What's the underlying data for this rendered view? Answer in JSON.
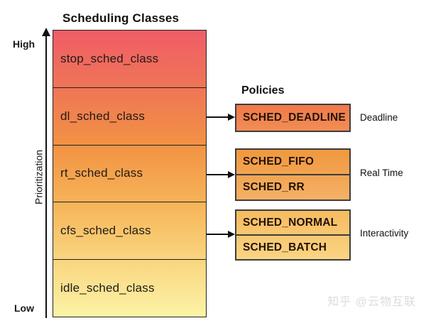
{
  "title": "Scheduling Classes",
  "axis": {
    "high_label": "High",
    "low_label": "Low",
    "axis_label": "Prioritization"
  },
  "stack": {
    "classes": [
      {
        "label": "stop_sched_class"
      },
      {
        "label": "dl_sched_class"
      },
      {
        "label": "rt_sched_class"
      },
      {
        "label": "cfs_sched_class"
      },
      {
        "label": "idle_sched_class"
      }
    ]
  },
  "policies": {
    "heading": "Policies",
    "groups": [
      {
        "category": "Deadline",
        "items": [
          "SCHED_DEADLINE"
        ]
      },
      {
        "category": "Real Time",
        "items": [
          "SCHED_FIFO",
          "SCHED_RR"
        ]
      },
      {
        "category": "Interactivity",
        "items": [
          "SCHED_NORMAL",
          "SCHED_BATCH"
        ]
      }
    ]
  },
  "watermark": "知乎 @云物互联",
  "colors": {
    "stack_gradient_top": "#f05c66",
    "stack_gradient_mid": "#f29244",
    "stack_gradient_bottom": "#fcf3a6",
    "deadline_box_fill": "#f0824e",
    "realtime_box_fill_top": "#f0983e",
    "realtime_box_fill_bottom": "#f4b166",
    "interactivity_box_fill_top": "#f6bb60",
    "interactivity_box_fill_bottom": "#fad483",
    "box_border": "#3c3c3c",
    "line_color": "#111111",
    "watermark_color": "#dcdcdc"
  }
}
